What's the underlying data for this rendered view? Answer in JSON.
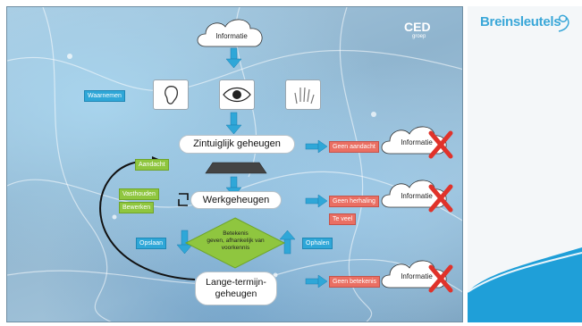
{
  "diagram": {
    "top_cloud": "Informatie",
    "waarnemen": "Waarnemen",
    "zintuiglijk": "Zintuiglijk geheugen",
    "aandacht": "Aandacht",
    "vasthouden": "Vasthouden",
    "bewerken": "Bewerken",
    "werkgeheugen": "Werkgeheugen",
    "diamond": [
      "Betekenis",
      "geven, afhankelijk van",
      "voorkennis"
    ],
    "opslaan": "Opslaan",
    "ophalen": "Ophalen",
    "langetermijn": [
      "Lange-termijn-",
      "geheugen"
    ],
    "geen_aandacht": "Geen aandacht",
    "geen_herhaling": "Geen herhaling",
    "te_veel": "Te veel",
    "geen_betekenis": "Geen betekenis",
    "cloud_label": "Informatie"
  },
  "logo": {
    "ced_main": "CED",
    "ced_sub": "groep"
  },
  "sidebar": {
    "brand": "Breinsleutels"
  },
  "colors": {
    "blue_label": "#2fa7d8",
    "green_label": "#8fc63f",
    "red_label": "#ea6f63",
    "arrow_blue": "#2fa7d8",
    "cross_red": "#e0322a",
    "accent_wave": "#1f9fd8"
  }
}
